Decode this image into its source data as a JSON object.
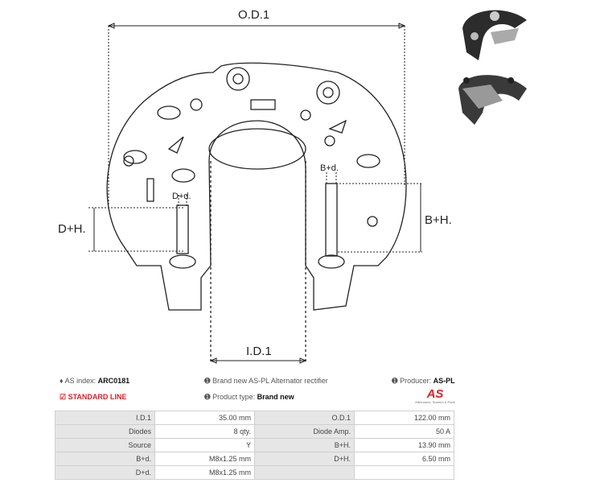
{
  "drawing": {
    "od": "O.D.1",
    "id": "I.D.1",
    "dh": "D+H.",
    "dd": "D+d.",
    "bh": "B+H.",
    "bd": "B+d."
  },
  "info": {
    "index_label": "AS index:",
    "index_value": "ARC0181",
    "line": "STANDARD LINE",
    "desc": "Brand new AS-PL Alternator rectifier",
    "type_label": "Product type:",
    "type_value": "Brand new",
    "producer_label": "Producer:",
    "producer_value": "AS-PL",
    "logo_text": "AS",
    "logo_tagline": "Alternators, Starters & Parts"
  },
  "colors": {
    "accent": "#d8232a"
  },
  "specs": [
    [
      "I.D.1",
      "35.00 mm",
      "O.D.1",
      "122.00 mm"
    ],
    [
      "Diodes",
      "8 qty.",
      "Diode Amp.",
      "50 A"
    ],
    [
      "Source",
      "Y",
      "B+H.",
      "13.90 mm"
    ],
    [
      "B+d.",
      "M8x1.25 mm",
      "D+H.",
      "6.50 mm"
    ],
    [
      "D+d.",
      "M8x1.25 mm",
      "",
      ""
    ]
  ]
}
